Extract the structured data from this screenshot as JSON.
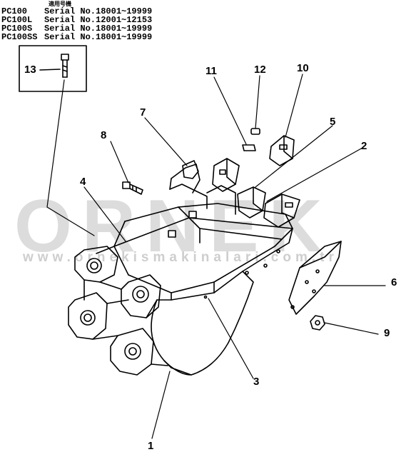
{
  "header": {
    "applicable_label": "適用号機",
    "rows": [
      {
        "model": "PC100",
        "serial": "Serial No.18001~19999"
      },
      {
        "model": "PC100L",
        "serial": "Serial No.12001~12153"
      },
      {
        "model": "PC100S",
        "serial": "Serial No.18001~19999"
      },
      {
        "model": "PC100SS",
        "serial": "Serial No.18001~19999"
      }
    ]
  },
  "callouts": {
    "c1": "1",
    "c2": "2",
    "c3": "3",
    "c4": "4",
    "c5": "5",
    "c6": "6",
    "c7": "7",
    "c8": "8",
    "c9": "9",
    "c10": "10",
    "c11": "11",
    "c12": "12",
    "c13": "13"
  },
  "watermark": {
    "logo": "ORNEK",
    "url": "www.ornekismakinalari.com.tr"
  }
}
